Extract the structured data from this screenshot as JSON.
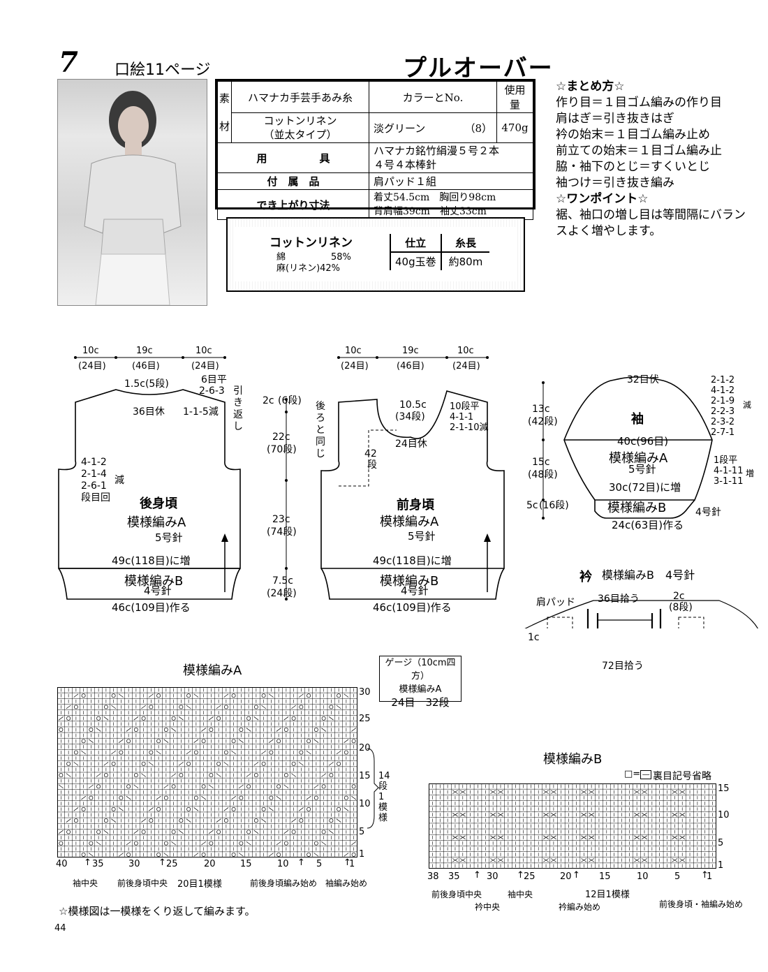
{
  "header": {
    "number": "7",
    "kuchie": "口絵11ページ",
    "title": "プルオーバー"
  },
  "spec_table": {
    "side_label_1": "素",
    "side_label_2": "材",
    "col_yarn": "ハマナカ手芸手あみ糸",
    "col_color": "カラーとNo.",
    "col_amount": "使用量",
    "yarn_name_1": "コットンリネン",
    "yarn_name_2": "（並太タイプ）",
    "color": "淡グリーン",
    "color_no": "（8）",
    "amount": "470g",
    "tools_label": "用　　　　　具",
    "tools_1": "ハマナカ銘竹絹漫５号２本",
    "tools_2": "４号４本棒針",
    "accessory_label": "付　属　品",
    "accessory": "肩パッド１組",
    "size_label": "でき上がり寸法",
    "size_1": "着丈54.5cm　胸回り98cm",
    "size_2": "背肩幅39cm　袖丈33cm"
  },
  "notes": {
    "heading": "☆まとめ方☆",
    "lines": [
      "作り目＝１目ゴム編みの作り目",
      "肩はぎ＝引き抜きはぎ",
      "衿の始末＝１目ゴム編み止め",
      "前立ての始末＝１目ゴム編み止",
      "脇・袖下のとじ＝すくいとじ",
      "袖つけ＝引き抜き編み"
    ],
    "onepoint_heading": "☆ワンポイント☆",
    "onepoint_1": "裾、袖口の増し目は等間隔にバラン",
    "onepoint_2": "スよく増やします。"
  },
  "yarn_info": {
    "name": "コットンリネン",
    "comp_1": "綿　　　　　58%",
    "comp_2": "麻(リネン)42%",
    "col_1": "仕立",
    "col_2": "糸長",
    "val_1": "40g玉巻",
    "val_2": "約80m"
  },
  "back": {
    "w_left": "10c",
    "w_left_s": "(24目)",
    "w_mid": "19c",
    "w_mid_s": "(46目)",
    "w_right": "10c",
    "w_right_s": "(24目)",
    "neck_depth": "1.5c(5段)",
    "neck_rest": "36目休",
    "neck_dec": "1-1-5減",
    "shoulder_1": "6目平",
    "shoulder_2": "2-6-3",
    "shoulder_3": "引き返し",
    "arm_1": "4-1-2",
    "arm_2": "2-1-4",
    "arm_3": "2-6-1",
    "arm_4": "段目回",
    "arm_dec": "減",
    "name": "後身頃",
    "pattern": "模様編みA",
    "needle": "5号針",
    "inc": "49c(118目)に増",
    "rib": "模様編みB",
    "rib_needle": "4号針",
    "cast": "46c(109目)作る"
  },
  "vertical_dims": {
    "d1": "2c",
    "d1_s": "(6段)",
    "d2": "22c",
    "d2_s": "(70段)",
    "d3": "23c",
    "d3_s": "(74段)",
    "d4": "7.5c",
    "d4_s": "(24段)"
  },
  "front": {
    "w_left": "10c",
    "w_left_s": "(24目)",
    "w_mid": "19c",
    "w_mid_s": "(46目)",
    "w_right": "10c",
    "w_right_s": "(24目)",
    "same_as_back": "後ろと同じ",
    "neck_depth": "10.5c",
    "neck_depth_s": "(34段)",
    "neck_1": "10段平",
    "neck_2": "4-1-1",
    "neck_3": "2-1-10減",
    "neck_rest": "24目休",
    "rows_42": "42",
    "rows_dan": "段",
    "name": "前身頃",
    "pattern": "模様編みA",
    "needle": "5号針",
    "inc": "49c(118目)に増",
    "rib": "模様編みB",
    "rib_needle": "4号針",
    "cast": "46c(109目)作る"
  },
  "sleeve": {
    "top": "32目伏",
    "cap_h": "13c",
    "cap_h_s": "(42段)",
    "body_h": "15c",
    "body_h_s": "(48段)",
    "rib_h": "5c",
    "rib_h_s": "(16段)",
    "cap_1": "2-1-2",
    "cap_2": "4-1-2",
    "cap_3": "2-1-9",
    "cap_4": "2-2-3",
    "cap_5": "2-3-2",
    "cap_6": "2-7-1",
    "cap_dec": "減",
    "name": "袖",
    "width": "40c(96目)",
    "pattern": "模様編みA",
    "needle": "5号針",
    "inc_1": "1段平",
    "inc_2": "4-1-11",
    "inc_3": "3-1-11",
    "inc_mark": "増",
    "rib_inc": "30c(72目)に増",
    "rib": "模様編みB",
    "rib_needle": "4号針",
    "cast": "24c(63目)作る"
  },
  "collar": {
    "title": "衿",
    "pattern": "模様編みB　4号針",
    "pad": "肩パッド",
    "pick_top": "36目拾う",
    "height": "2c",
    "height_s": "(8段)",
    "pad_offset": "1c",
    "pick_bottom": "72目拾う"
  },
  "gauge": {
    "title": "ゲージ（10cm四方）",
    "pattern": "模様編みA",
    "values": "24目　32段"
  },
  "chartA": {
    "title": "模様編みA",
    "row_labels": [
      "30",
      "25",
      "20",
      "15",
      "10",
      "5",
      "1"
    ],
    "col_labels": [
      "40",
      "35",
      "30",
      "25",
      "20",
      "15",
      "10",
      "5",
      "1"
    ],
    "repeat_rows": "14段1模様",
    "repeat_cols": "20目1模様",
    "mark_1": "袖中央",
    "mark_2": "前後身頃中央",
    "mark_3": "前後身頃編み始め",
    "mark_4": "袖編み始め"
  },
  "chartB": {
    "title": "模様編みB",
    "legend": "裏目記号省略",
    "row_labels": [
      "15",
      "10",
      "5",
      "1"
    ],
    "col_labels": [
      "38",
      "35",
      "30",
      "25",
      "20",
      "15",
      "10",
      "5",
      "1"
    ],
    "repeat": "12目1模様",
    "mark_1": "前後身頃中央",
    "mark_2": "袖中央",
    "mark_3": "衿中央",
    "mark_4": "衿編み始め",
    "mark_5": "前後身頃・袖編み始め"
  },
  "footer": {
    "note": "☆模様図は一模様をくり返して編みます。",
    "page": "44"
  }
}
